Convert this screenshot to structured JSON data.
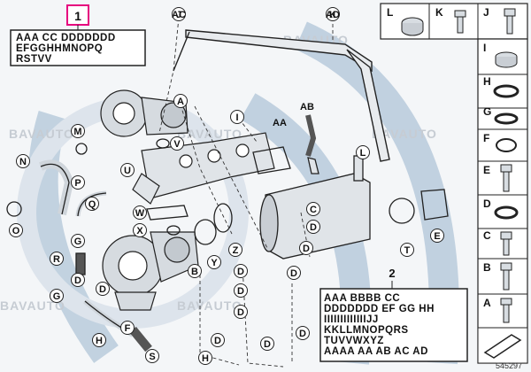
{
  "watermark": "BAVAUTO",
  "document_number": "545297",
  "box1": {
    "number": "1",
    "lines": [
      "AAA CC DDDDDDD",
      "EFGGHHMNOPQ",
      "RSTVV"
    ]
  },
  "box2": {
    "number": "2",
    "lines": [
      "AAA BBBB CC",
      "DDDDDDD EF GG HH",
      "IIIIIIIIIIIIIJJ",
      "KKLLMNOPQRS",
      "TUVVWXYZ",
      "AAAA AA AB AC AD"
    ]
  },
  "right_panel": {
    "top_labels": [
      "L",
      "K",
      "J"
    ],
    "side_labels": [
      "I",
      "H",
      "G",
      "F",
      "E",
      "D",
      "C",
      "B",
      "A"
    ]
  },
  "callouts": [
    "J",
    "K",
    "A",
    "I",
    "AA",
    "AB",
    "M",
    "V",
    "L",
    "N",
    "U",
    "P",
    "Q",
    "W",
    "X",
    "O",
    "G",
    "R",
    "Y",
    "Z",
    "B",
    "C",
    "D",
    "D",
    "D",
    "D",
    "D",
    "D",
    "D",
    "D",
    "D",
    "D",
    "D",
    "G",
    "F",
    "S",
    "H",
    "H",
    "T",
    "E",
    "AC",
    "AD"
  ],
  "colors": {
    "blue_band": "#b9cbdc",
    "outline": "#222222",
    "box_highlight": "#e6007e"
  }
}
